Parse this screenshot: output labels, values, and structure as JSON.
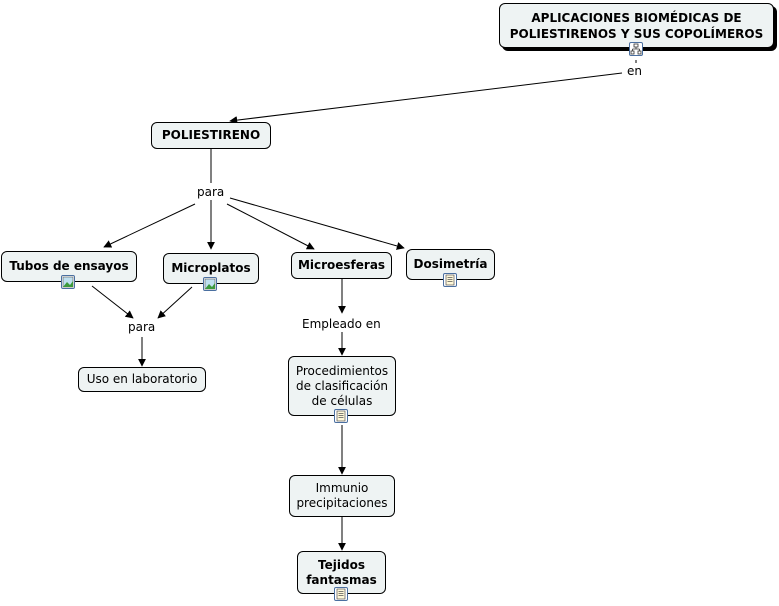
{
  "nodes": {
    "title": "APLICACIONES BIOMÉDICAS DE POLIESTIRENOS Y SUS COPOLÍMEROS",
    "poliestireno": "POLIESTIRENO",
    "tubos": "Tubos de ensayos",
    "microplatos": "Microplatos",
    "microesferas": "Microesferas",
    "dosimetria": "Dosimetría",
    "uso_laboratorio": "Uso en laboratorio",
    "procedimientos": "Procedimientos de clasificación de células",
    "immunio": "Immunio precipitaciones",
    "tejidos": "Tejidos fantasmas"
  },
  "links": {
    "en": "en",
    "para_1": "para",
    "para_2": "para",
    "empleado_en": "Empleado en"
  },
  "icons": {
    "title": "concept-map-icon",
    "tubos": "image-icon",
    "microplatos": "image-icon",
    "dosimetria": "document-icon",
    "procedimientos": "document-icon",
    "tejidos": "document-icon"
  },
  "colors": {
    "node_fill": "#eef3f3",
    "icon_border": "#4a6fa0"
  }
}
